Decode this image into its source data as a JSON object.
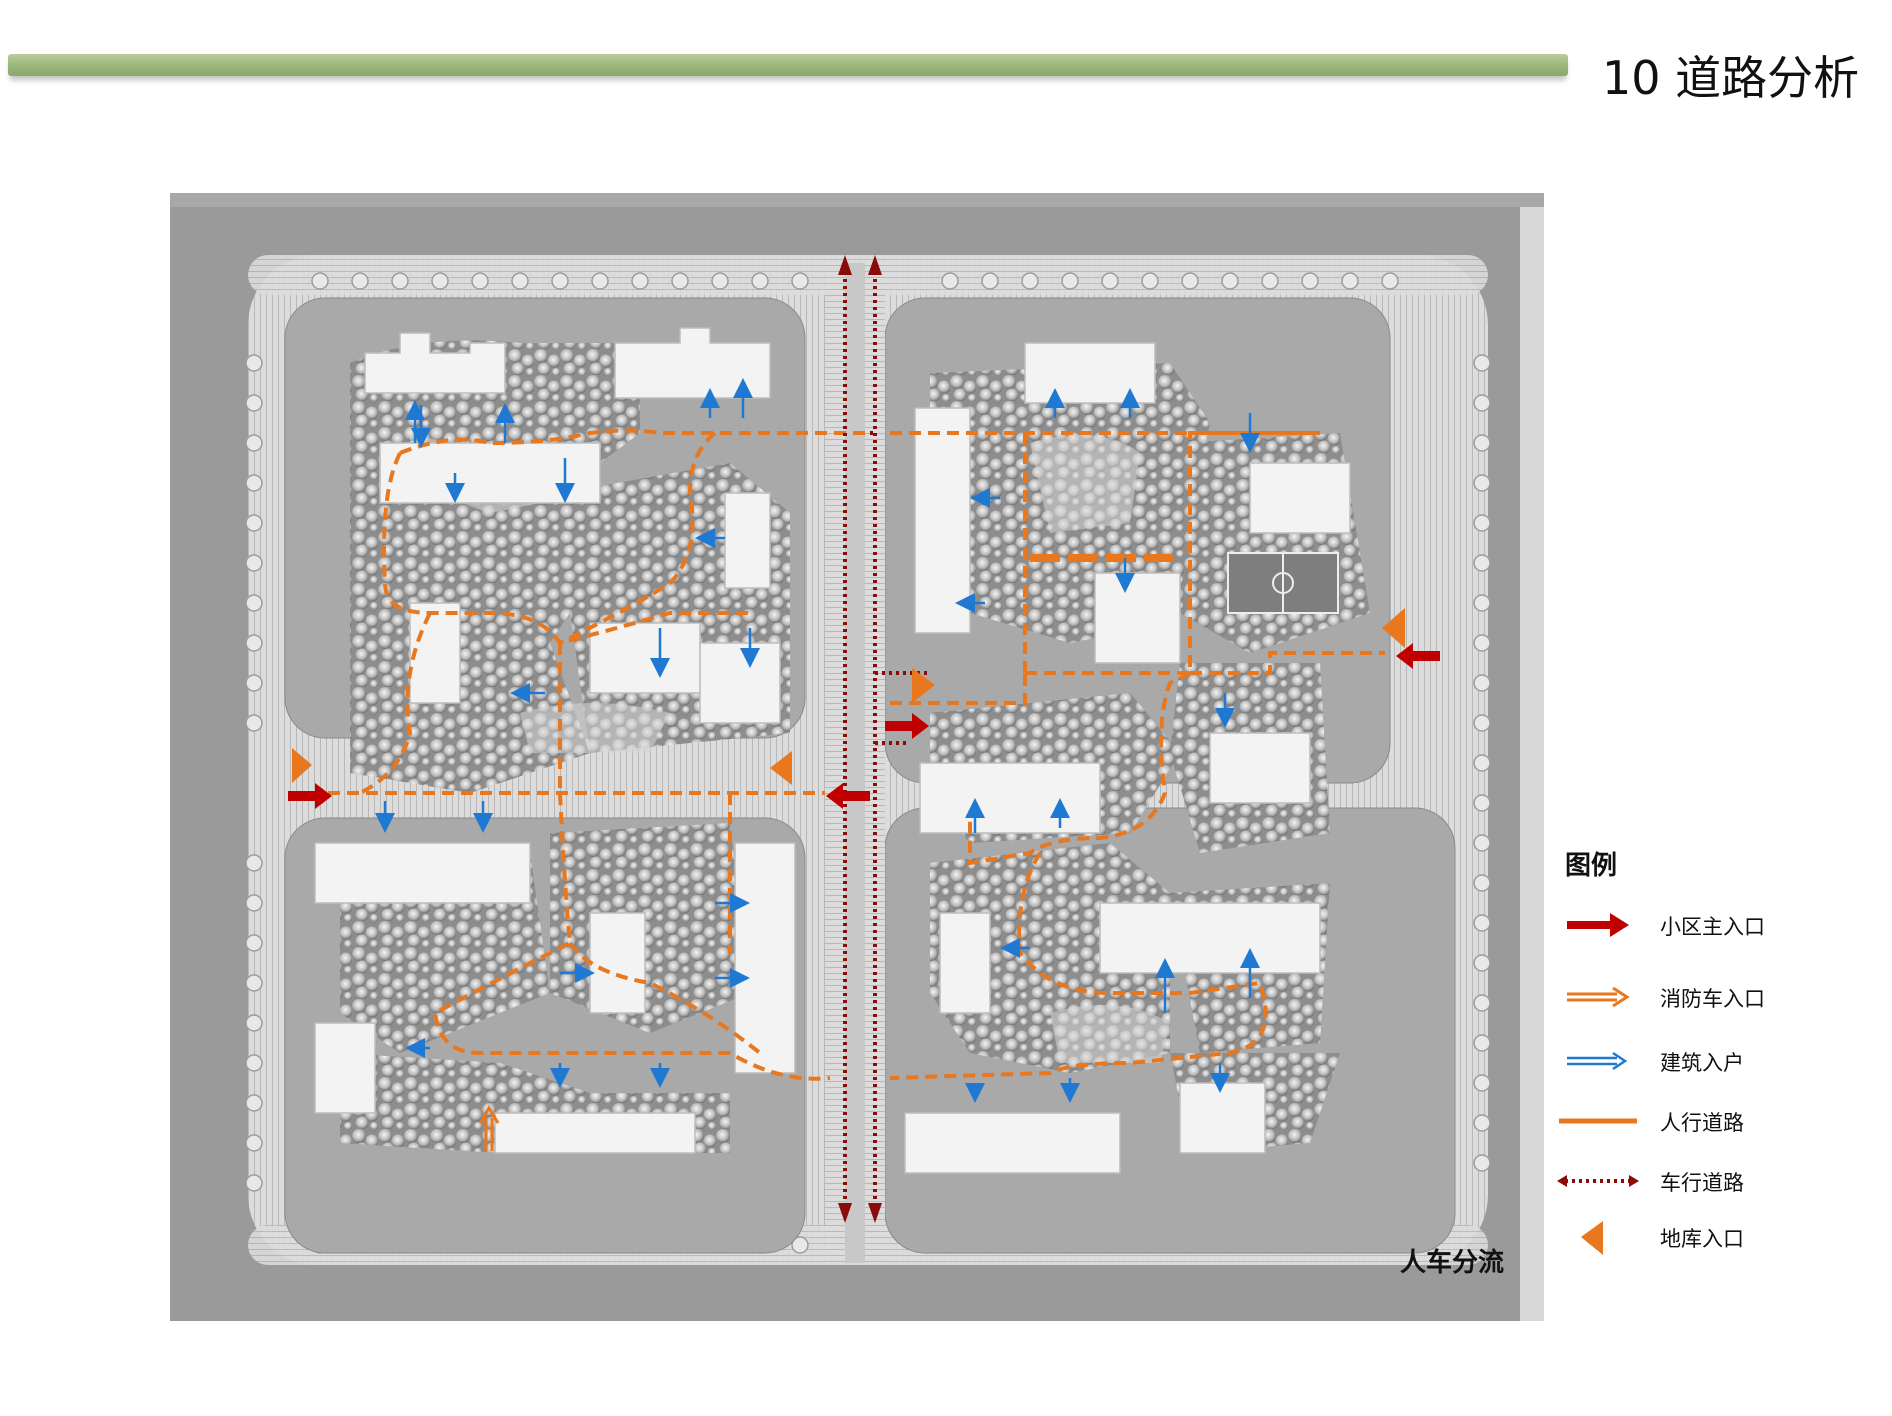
{
  "header": {
    "title": "10 道路分析"
  },
  "map": {
    "caption": "人车分流"
  },
  "legend": {
    "title": "图例",
    "items": [
      {
        "label": "小区主入口",
        "symbol": "main-entrance-arrow",
        "color": "#c00000"
      },
      {
        "label": "消防车入口",
        "symbol": "fire-truck-arrow",
        "color": "#e8771e"
      },
      {
        "label": "建筑入户",
        "symbol": "building-entry-arrow",
        "color": "#1f78d1"
      },
      {
        "label": "人行道路",
        "symbol": "pedestrian-line",
        "color": "#e8771e"
      },
      {
        "label": "车行道路",
        "symbol": "vehicle-dotted-line",
        "color": "#8b0a0a"
      },
      {
        "label": "地库入口",
        "symbol": "garage-triangle",
        "color": "#e8771e"
      }
    ]
  },
  "colors": {
    "title_bar": "#9bb57a",
    "pedestrian": "#e8771e",
    "vehicle": "#8b0a0a",
    "entry": "#1f78d1",
    "main_entrance": "#c00000"
  }
}
